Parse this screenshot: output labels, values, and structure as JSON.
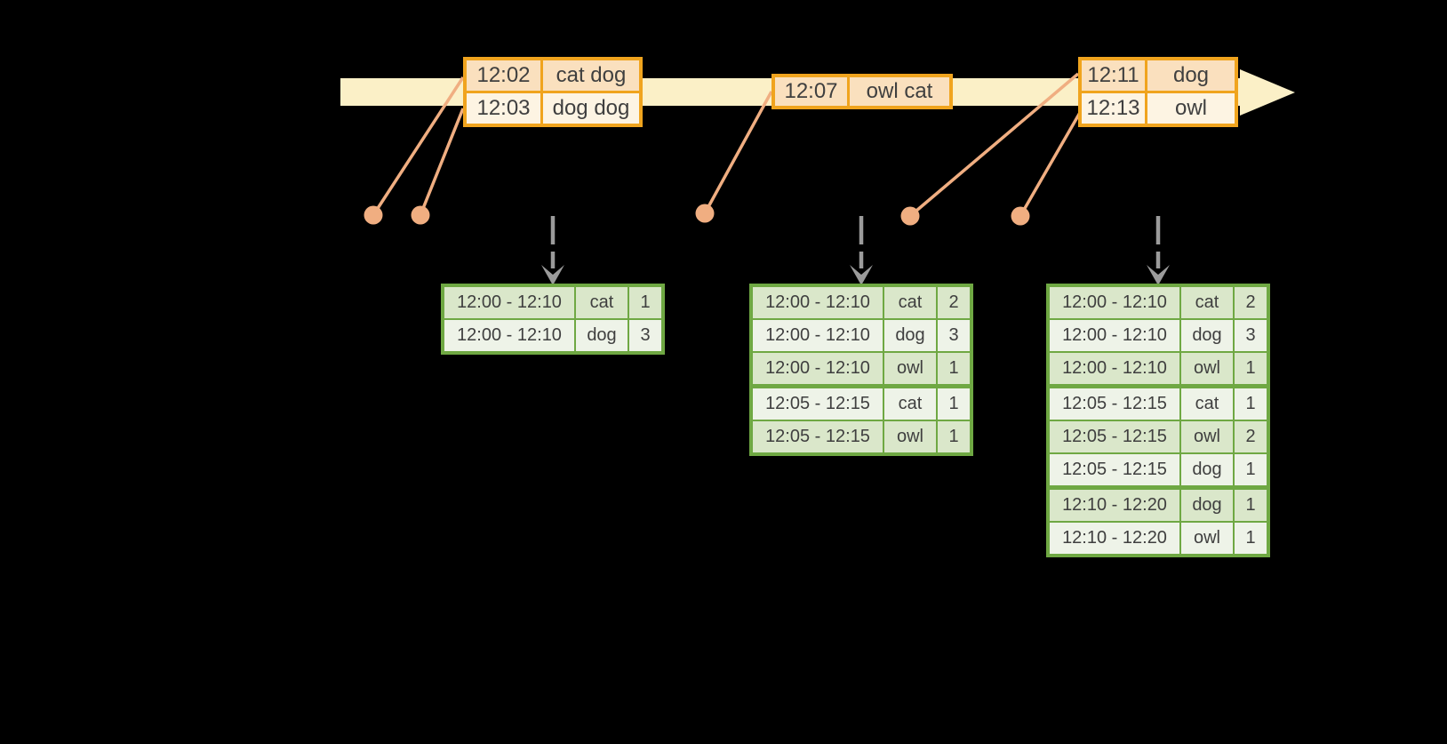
{
  "colors": {
    "background": "#000000",
    "gold": "#F0A41E",
    "peach": "#FAE0BE",
    "cream": "#FDF4E3",
    "band": "#FBF0C7",
    "connector": "#F0AE81",
    "green": "#6FA843",
    "cell_dark": "#DAE7CA",
    "cell_light": "#EEF3E8",
    "arrow_gray": "#9B9B9B",
    "text": "#3F3F3F"
  },
  "timeline": {
    "event_batches": [
      {
        "rows": [
          {
            "time": "12:02",
            "words": "cat dog"
          },
          {
            "time": "12:03",
            "words": "dog dog"
          }
        ]
      },
      {
        "rows": [
          {
            "time": "12:07",
            "words": "owl cat"
          }
        ]
      },
      {
        "rows": [
          {
            "time": "12:11",
            "words": "dog"
          },
          {
            "time": "12:13",
            "words": "owl"
          }
        ]
      }
    ]
  },
  "result_tables": [
    {
      "rows": [
        {
          "window": "12:00 - 12:10",
          "word": "cat",
          "count": "1"
        },
        {
          "window": "12:00 - 12:10",
          "word": "dog",
          "count": "3"
        }
      ]
    },
    {
      "rows": [
        {
          "window": "12:00 - 12:10",
          "word": "cat",
          "count": "2"
        },
        {
          "window": "12:00 - 12:10",
          "word": "dog",
          "count": "3"
        },
        {
          "window": "12:00 - 12:10",
          "word": "owl",
          "count": "1"
        },
        {
          "window": "12:05 - 12:15",
          "word": "cat",
          "count": "1",
          "group_start": true
        },
        {
          "window": "12:05 - 12:15",
          "word": "owl",
          "count": "1"
        }
      ]
    },
    {
      "rows": [
        {
          "window": "12:00 - 12:10",
          "word": "cat",
          "count": "2"
        },
        {
          "window": "12:00 - 12:10",
          "word": "dog",
          "count": "3"
        },
        {
          "window": "12:00 - 12:10",
          "word": "owl",
          "count": "1"
        },
        {
          "window": "12:05 - 12:15",
          "word": "cat",
          "count": "1",
          "group_start": true
        },
        {
          "window": "12:05 - 12:15",
          "word": "owl",
          "count": "2"
        },
        {
          "window": "12:05 - 12:15",
          "word": "dog",
          "count": "1"
        },
        {
          "window": "12:10 - 12:20",
          "word": "dog",
          "count": "1",
          "group_start": true
        },
        {
          "window": "12:10 - 12:20",
          "word": "owl",
          "count": "1"
        }
      ]
    }
  ]
}
